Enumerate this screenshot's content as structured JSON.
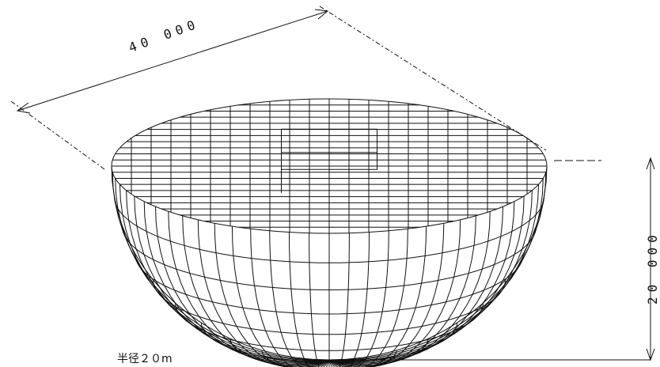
{
  "dimensions": {
    "width": "40 000",
    "depth": "20 000",
    "radius": "半径２０m"
  },
  "colors": {
    "line": "#111111",
    "background": "#ffffff"
  }
}
